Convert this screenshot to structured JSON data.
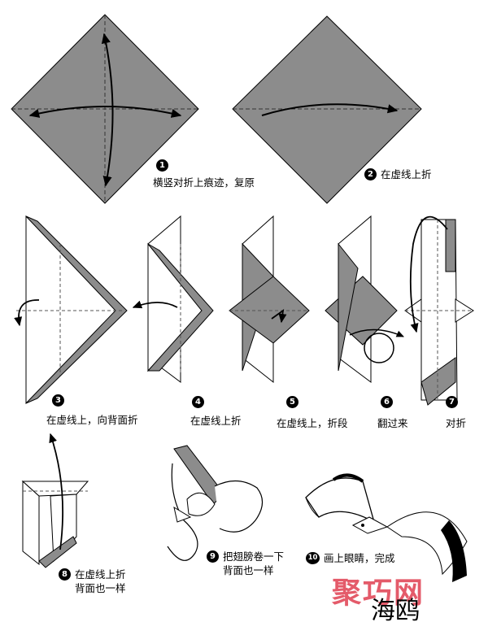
{
  "steps": [
    {
      "num": "1",
      "text": "横竖对折上痕迹，复原"
    },
    {
      "num": "2",
      "text": "在虚线上折"
    },
    {
      "num": "3",
      "text": "在虚线上，向背面折"
    },
    {
      "num": "4",
      "text": "在虚线上折"
    },
    {
      "num": "5",
      "text": "在虚线上，折段"
    },
    {
      "num": "6",
      "text": "翻过来"
    },
    {
      "num": "7",
      "text": "对折"
    },
    {
      "num": "8",
      "text": "在虚线上折",
      "text2": "背面也一样"
    },
    {
      "num": "9",
      "text": "把翅膀卷一下",
      "text2": "背面也一样"
    },
    {
      "num": "10",
      "text": "画上眼睛，完成"
    }
  ],
  "watermark": "聚巧网",
  "title": "海鸥",
  "colors": {
    "paper_gray": "#8c8c8c",
    "ink": "#000000",
    "watermark": "#e24a5a"
  }
}
